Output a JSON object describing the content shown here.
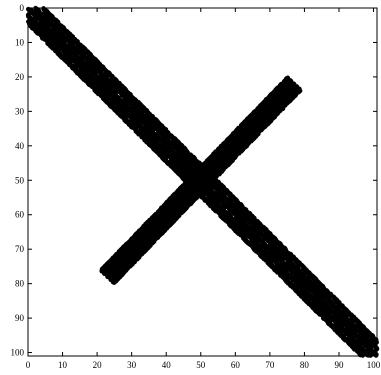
{
  "chart_data": {
    "type": "scatter",
    "title": "",
    "xlabel": "",
    "ylabel": "",
    "xlim": [
      0,
      101
    ],
    "ylim": [
      0,
      101
    ],
    "y_inverted": true,
    "grid": false,
    "marker_color": "#000000",
    "xticks": [
      0,
      10,
      20,
      30,
      40,
      50,
      60,
      70,
      80,
      90,
      100
    ],
    "yticks": [
      0,
      10,
      20,
      30,
      40,
      50,
      60,
      70,
      80,
      90,
      100
    ],
    "series": [
      {
        "band": "main-diagonal",
        "x_range": [
          0,
          101
        ],
        "y_range": [
          0,
          101
        ],
        "half_width": 3.0
      },
      {
        "band": "anti-diagonal",
        "x_range": [
          23,
          77
        ],
        "y_range": [
          78,
          22
        ],
        "half_width": 2.4
      }
    ]
  }
}
